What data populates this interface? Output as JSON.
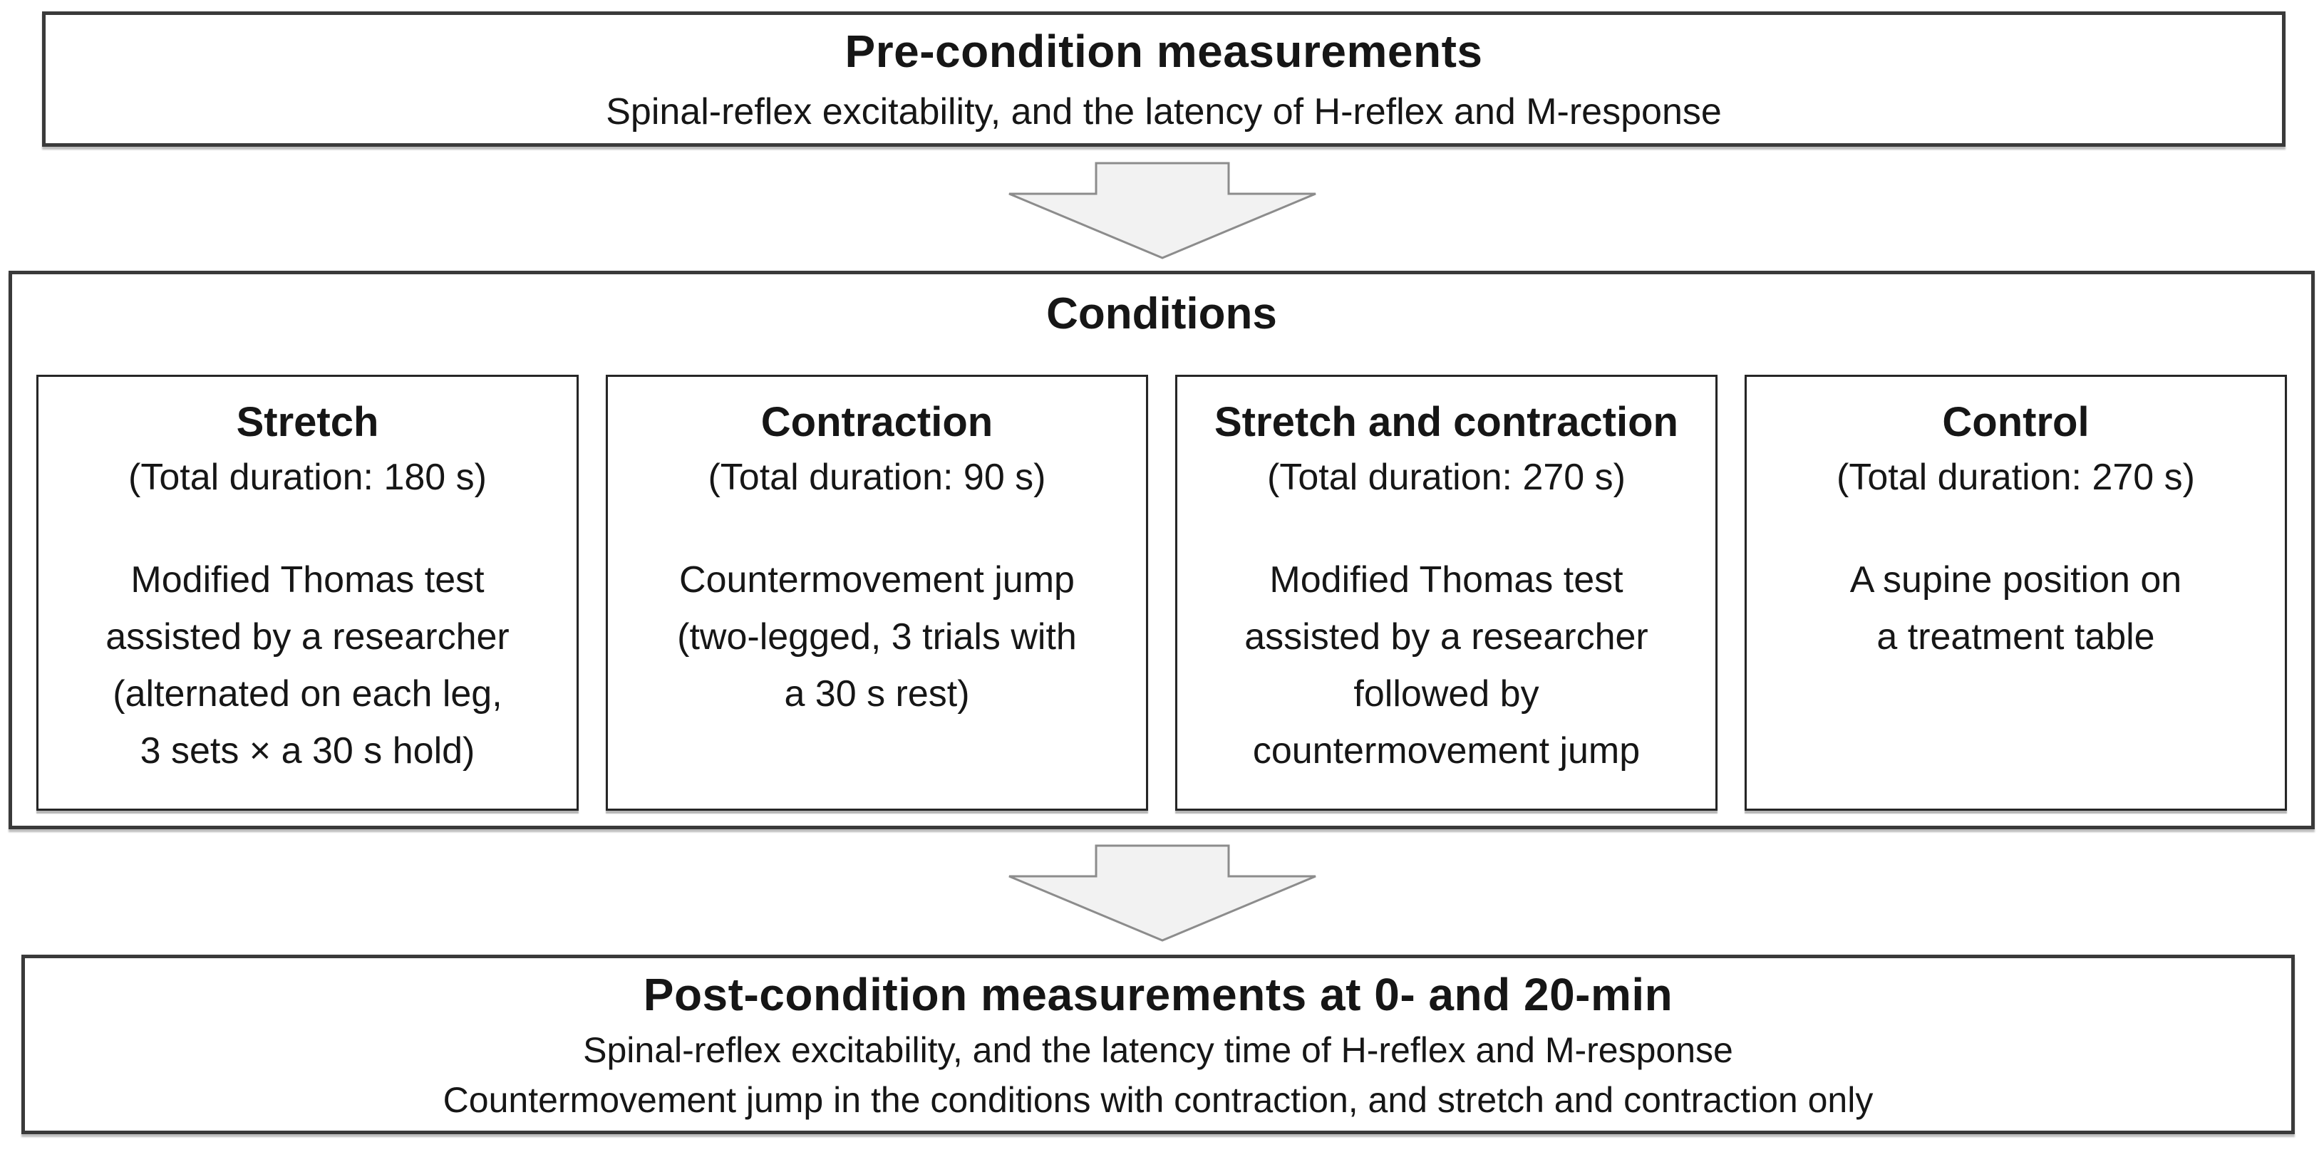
{
  "pre_box": {
    "title": "Pre-condition measurements",
    "subtitle": "Spinal-reflex excitability, and the latency of H-reflex and M-response"
  },
  "conditions": {
    "title": "Conditions",
    "items": [
      {
        "name": "Stretch",
        "duration": "(Total duration: 180 s)",
        "description": "Modified Thomas test\nassisted by a researcher\n(alternated on each leg,\n3 sets × a 30 s hold)"
      },
      {
        "name": "Contraction",
        "duration": "(Total duration: 90 s)",
        "description": "Countermovement jump\n(two-legged, 3 trials with\na 30 s rest)"
      },
      {
        "name": "Stretch and contraction",
        "duration": "(Total duration: 270 s)",
        "description": "Modified Thomas test\nassisted by a researcher\nfollowed by\ncountermovement jump"
      },
      {
        "name": "Control",
        "duration": "(Total duration: 270 s)",
        "description": "A supine position on\na treatment table"
      }
    ]
  },
  "post_box": {
    "title": "Post-condition measurements at 0- and 20-min",
    "line1": "Spinal-reflex excitability, and the latency time of H-reflex and M-response",
    "line2": "Countermovement jump in the conditions with contraction, and stretch and contraction only"
  },
  "arrow": {
    "fill": "#f2f2f2",
    "stroke": "#8c8c8c"
  }
}
